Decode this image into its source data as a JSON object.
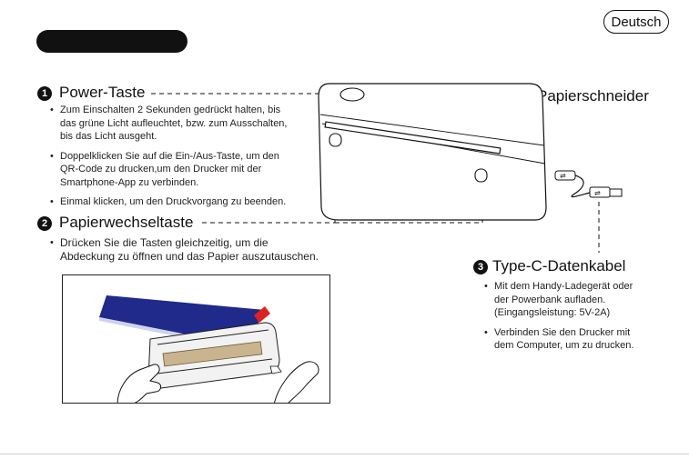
{
  "language_badge": "Deutsch",
  "sections": {
    "power": {
      "number": "1",
      "title": "Power-Taste",
      "bullets": [
        [
          "Zum Einschalten 2 Sekunden gedrückt halten, bis",
          "das grüne Licht aufleuchtet, bzw. zum Ausschalten,",
          "bis das Licht ausgeht."
        ],
        [
          "Doppelklicken Sie auf die Ein-/Aus-Taste, um den",
          "QR-Code zu drucken,um den Drucker mit der",
          "Smartphone-App zu verbinden."
        ],
        [
          "Einmal klicken, um den Druckvorgang zu beenden."
        ]
      ]
    },
    "paper_change": {
      "number": "2",
      "title": "Papierwechseltaste",
      "bullets": [
        [
          "Drücken Sie die Tasten gleichzeitig, um die",
          "Abdeckung zu öffnen und das Papier auszutauschen."
        ]
      ]
    },
    "cable": {
      "number": "3",
      "title": "Type-C-Datenkabel",
      "bullets": [
        [
          "Mit dem Handy-Ladegerät oder",
          "der Powerbank aufladen.",
          "(Eingangsleistung: 5V-2A)"
        ],
        [
          "Verbinden Sie den Drucker mit",
          "dem Computer, um zu drucken."
        ]
      ]
    }
  },
  "cutter_label": "Papierschneider",
  "colors": {
    "ink": "#111111",
    "paper_blue": "#1f2a8a",
    "paper_brown": "#c9b48f",
    "accent_red": "#e02020"
  },
  "icons": [
    "usb-c-port-icon",
    "usb-cable-plug-icon",
    "usb-a-plug-icon"
  ]
}
